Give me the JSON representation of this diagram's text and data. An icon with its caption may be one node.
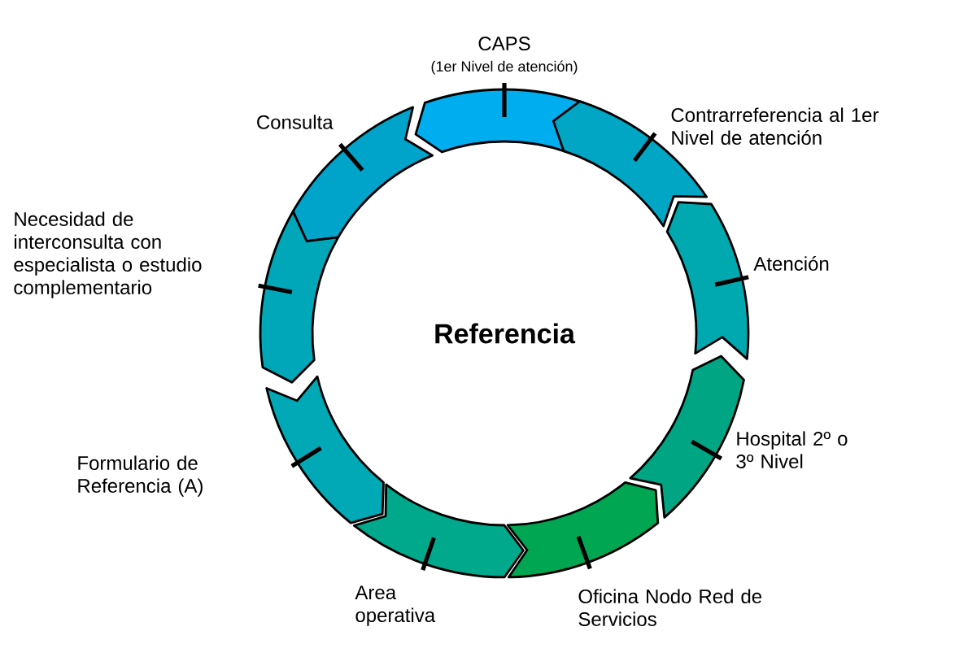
{
  "diagram": {
    "nodes": [
      {
        "text": [
          "CAPS",
          "(1er Nivel de atención)"
        ]
      },
      {
        "text": [
          "Consulta"
        ]
      },
      {
        "text": [
          "Necesidad de interconsulta con especialista o estudio complementario"
        ]
      },
      {
        "text": [
          "Formulario de Referencia (A)"
        ]
      },
      {
        "text": [
          "Area operativa"
        ]
      },
      {
        "text": [
          "Oficina Nodo Red de Servicios"
        ]
      },
      {
        "text": [
          "Hospital 2º o 3º Nivel"
        ]
      },
      {
        "text": [
          "Atención"
        ]
      },
      {
        "text": [
          "Contrarreferencia al 1er Nivel de atención"
        ]
      }
    ],
    "labels": [
      "Referencia"
    ]
  }
}
